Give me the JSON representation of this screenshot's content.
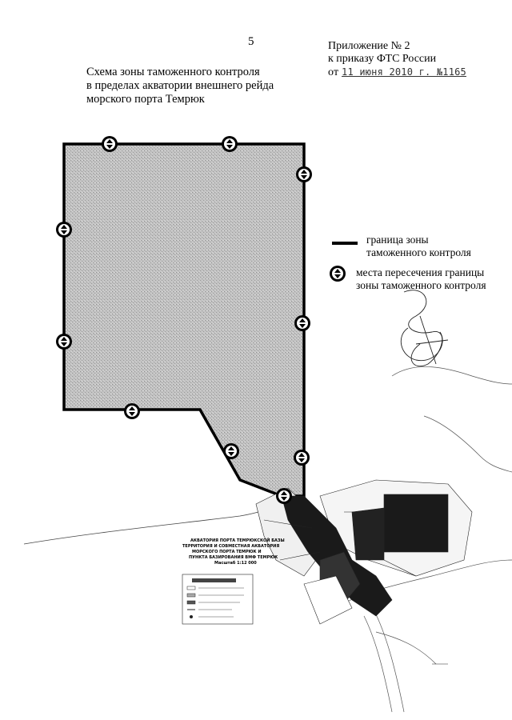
{
  "page_number": "5",
  "appendix": {
    "line1": "Приложение № 2",
    "line2": "к приказу ФТС России",
    "date_prefix": "от",
    "date_handwritten": "11 июня 2010 г. №1165"
  },
  "title": {
    "line1": "Схема зоны таможенного контроля",
    "line2": "в пределах акватории внешнего рейда",
    "line3": "морского порта Темрюк"
  },
  "legend": {
    "boundary_label_line1": "граница зоны",
    "boundary_label_line2": "таможенного контроля",
    "crossing_label_line1": "места пересечения границы",
    "crossing_label_line2": "зоны таможенного контроля"
  },
  "colors": {
    "zone_fill": "#b9b9b9",
    "boundary": "#000000",
    "port_fill": "#1a1a1a"
  },
  "icons": {
    "crossing_marker": "up-down-arrow-circle-icon"
  }
}
